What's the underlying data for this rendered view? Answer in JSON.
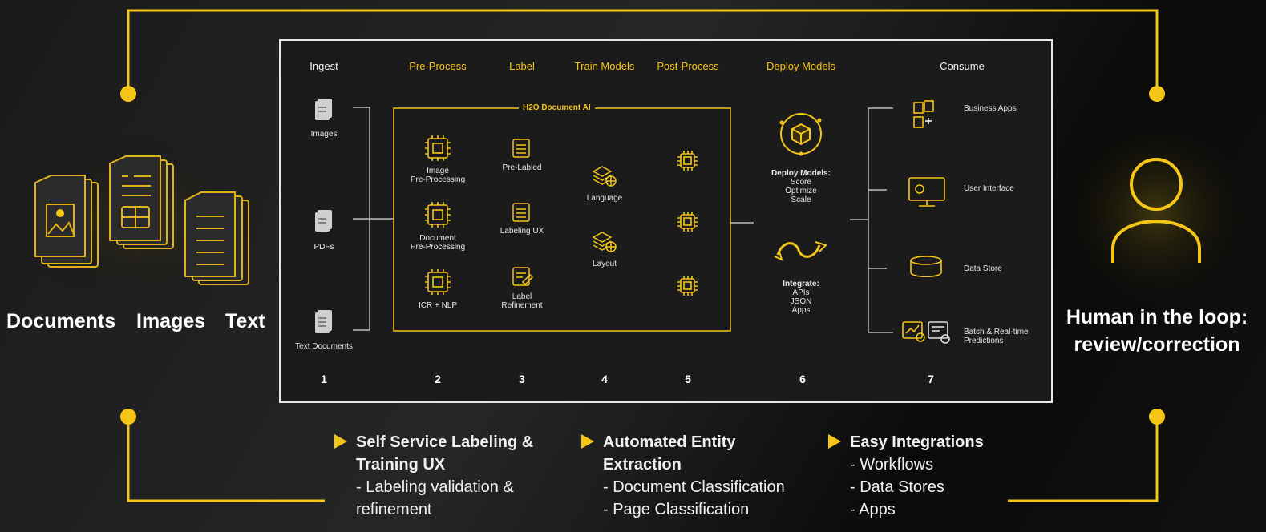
{
  "left_labels": [
    "Documents",
    "Images",
    "Text"
  ],
  "right_label": [
    "Human in the loop:",
    "review/correction"
  ],
  "stages": [
    {
      "label": "Ingest",
      "color": "white",
      "number": "1"
    },
    {
      "label": "Pre-Process",
      "color": "yellow",
      "number": "2"
    },
    {
      "label": "Label",
      "color": "yellow",
      "number": "3"
    },
    {
      "label": "Train Models",
      "color": "yellow",
      "number": "4"
    },
    {
      "label": "Post-Process",
      "color": "yellow",
      "number": "5"
    },
    {
      "label": "Deploy Models",
      "color": "yellow",
      "number": "6"
    },
    {
      "label": "Consume",
      "color": "white",
      "number": "7"
    }
  ],
  "ingest_items": [
    "Images",
    "PDFs",
    "Text Documents"
  ],
  "core_title": "H2O Document AI",
  "preprocess_items": [
    "Image\nPre-Processing",
    "Document\nPre-Processing",
    "ICR + NLP"
  ],
  "label_items": [
    "Pre-Labled",
    "Labeling UX",
    "Label\nRefinement"
  ],
  "train_items": [
    "Language",
    "Layout"
  ],
  "deploy": {
    "models_title": "Deploy Models:",
    "models_items": "Score\nOptimize\nScale",
    "integrate_title": "Integrate:",
    "integrate_items": "APIs\nJSON\nApps"
  },
  "consume_items": [
    "Business Apps",
    "User Interface",
    "Data Store",
    "Batch & Real-time\nPredictions"
  ],
  "features": [
    {
      "title": "Self Service Labeling &\nTraining UX",
      "sub": " - Labeling validation &\nrefinement"
    },
    {
      "title": "Automated Entity\nExtraction",
      "sub": "  - Document Classification\n- Page Classification"
    },
    {
      "title": "Easy Integrations",
      "sub": " - Workflows\n- Data Stores\n- Apps"
    }
  ],
  "colors": {
    "accent": "#f5c518",
    "frame": "#e6e6e6",
    "bg": "#1c1c1c"
  }
}
